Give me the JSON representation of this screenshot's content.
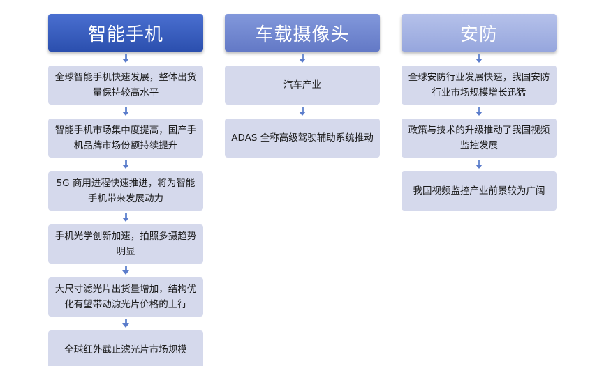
{
  "columns": [
    {
      "title": "智能手机",
      "items": [
        "全球智能手机快速发展，整体出货量保持较高水平",
        "智能手机市场集中度提高，国产手机品牌市场份额持续提升",
        "5G 商用进程快速推进，将为智能手机带来发展动力",
        "手机光学创新加速，拍照多摄趋势明显",
        "大尺寸滤光片出货量增加，结构优化有望带动滤光片价格的上行",
        "全球红外截止滤光片市场规模"
      ]
    },
    {
      "title": "车载摄像头",
      "items": [
        "汽车产业",
        "ADAS 全称高级驾驶辅助系统推动"
      ]
    },
    {
      "title": "安防",
      "items": [
        "全球安防行业发展快速，我国安防行业市场规模增长迅猛",
        "政策与技术的升级推动了我国视频监控发展",
        "我国视频监控产业前景较为广阔"
      ]
    }
  ]
}
